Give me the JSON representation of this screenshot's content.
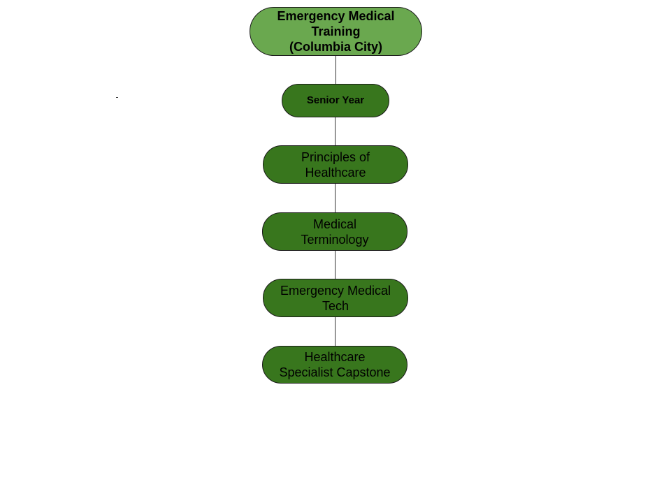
{
  "colors": {
    "root": "#6aa84f",
    "node": "#38761d"
  },
  "root": {
    "line1": "Emergency Medical",
    "line2": "Training",
    "line3": "(Columbia City)"
  },
  "level": "Senior Year",
  "courses": [
    {
      "line1": "Principles of",
      "line2": "Healthcare"
    },
    {
      "line1": "Medical",
      "line2": "Terminology"
    },
    {
      "line1": "Emergency Medical",
      "line2": "Tech"
    },
    {
      "line1": "Healthcare",
      "line2": "Specialist Capstone"
    }
  ]
}
